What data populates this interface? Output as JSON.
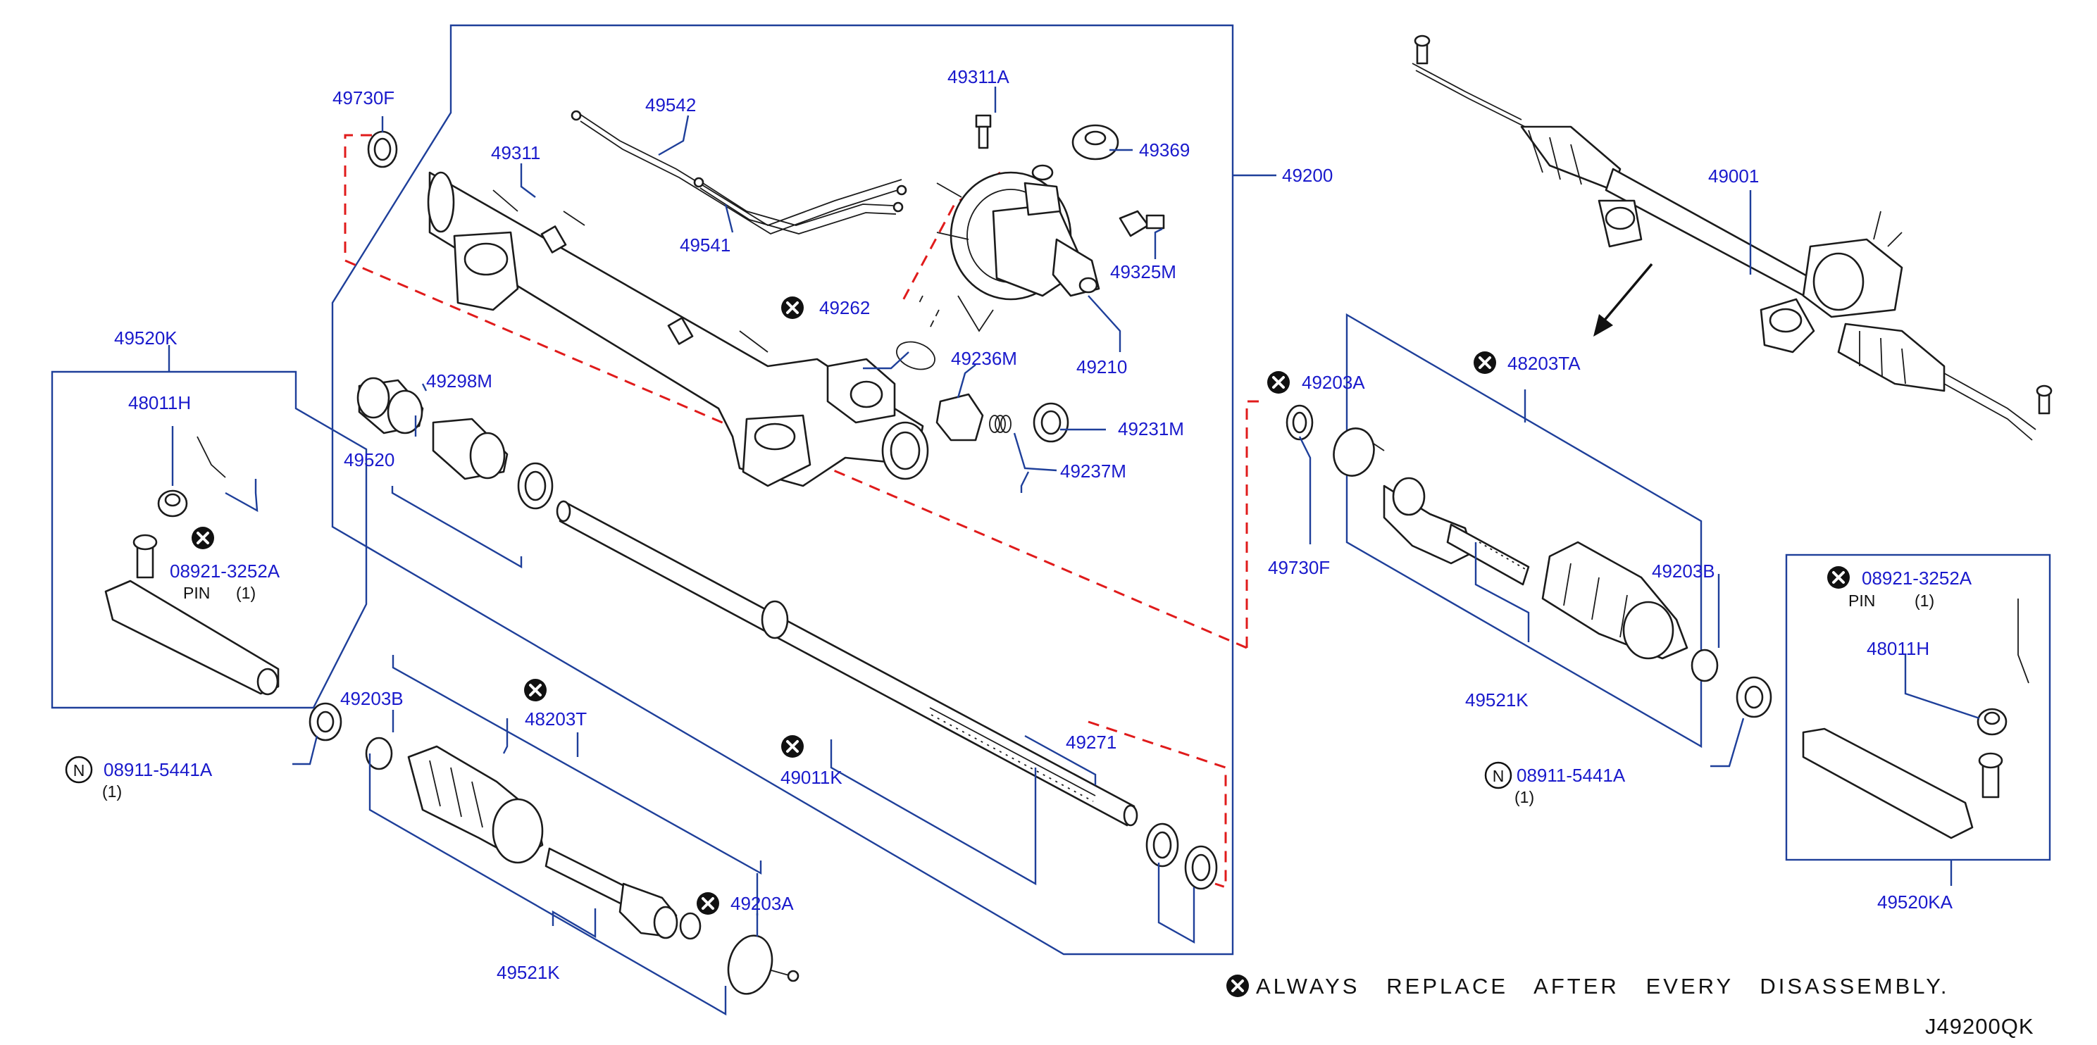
{
  "diagram": {
    "code": "J49200QK",
    "note": "ALWAYS   REPLACE   AFTER   EVERY   DISASSEMBLY.",
    "labels": {
      "p49730F_left": "49730F",
      "p49542": "49542",
      "p49311A": "49311A",
      "p49311": "49311",
      "p49369": "49369",
      "p49200": "49200",
      "p49001": "49001",
      "p49541": "49541",
      "p49325M": "49325M",
      "p49262": "49262",
      "p49210": "49210",
      "p49236M": "49236M",
      "p49520K": "49520K",
      "p49298M": "49298M",
      "p49231M": "49231M",
      "p48011H_left": "48011H",
      "p49520": "49520",
      "p49237M": "49237M",
      "p49203A_right": "49203A",
      "p48203TA": "48203TA",
      "p08921_left": "08921-3252A",
      "pin_left": "PIN",
      "pin_left_qty": "(1)",
      "p49730F_right": "49730F",
      "p49203B_right": "49203B",
      "p08921_right": "08921-3252A",
      "pin_right": "PIN",
      "pin_right_qty": "(1)",
      "p49203B_left": "49203B",
      "p48203T": "48203T",
      "p48011H_right": "48011H",
      "p49521K_right": "49521K",
      "p49271": "49271",
      "p08911_left": "08911-5441A",
      "p08911_left_qty": "(1)",
      "p49011K": "49011K",
      "p08911_right": "08911-5441A",
      "p08911_right_qty": "(1)",
      "p49203A_left": "49203A",
      "p49520KA": "49520KA",
      "p49521K_left": "49521K"
    },
    "symbols": {
      "replace": "x-circle-icon",
      "standard_part": "N"
    },
    "colors": {
      "label": "#1a1acc",
      "leader": "#1e3f9a",
      "dashed_guide": "#e01b1b",
      "linework": "#1b1b1b"
    }
  }
}
